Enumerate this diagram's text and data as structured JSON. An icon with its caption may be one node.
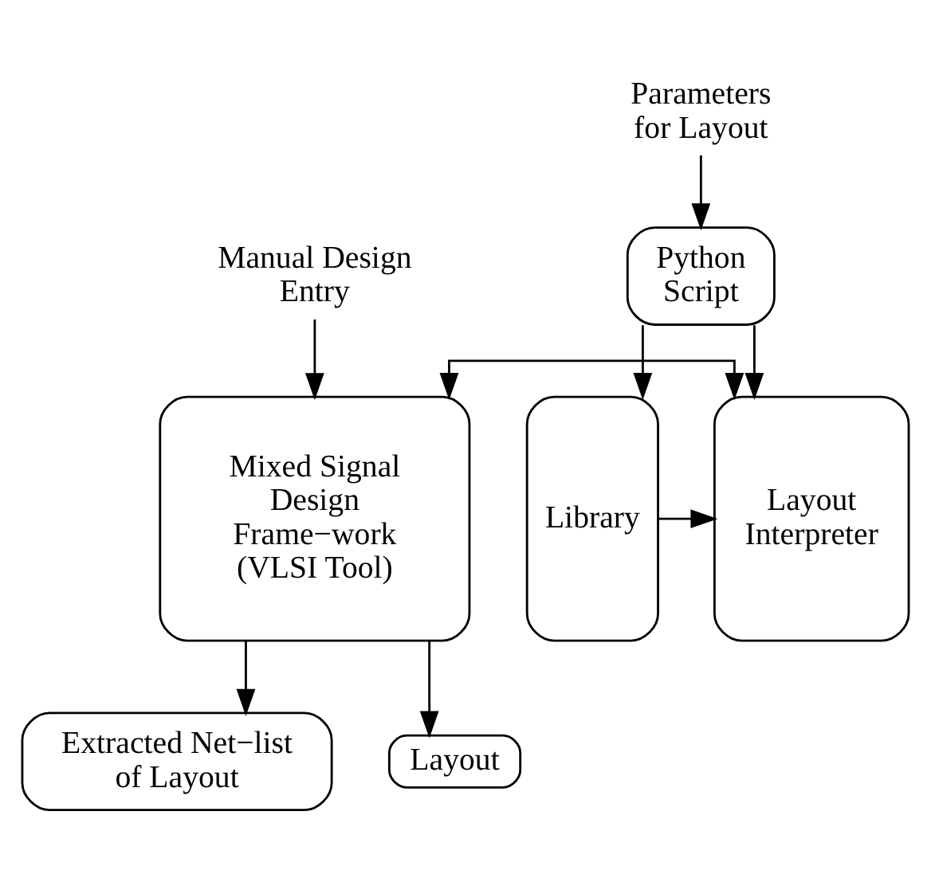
{
  "diagram": {
    "nodes": [
      {
        "text": [
          "Parameters for Layout"
        ]
      },
      {
        "text": [
          "Manual Design Entry"
        ]
      },
      {
        "text": [
          "Python Script"
        ]
      },
      {
        "text": [
          "Mixed Signal Design Frame−work (VLSI Tool)"
        ]
      },
      {
        "text": [
          "Layout Interpreter"
        ]
      },
      {
        "text": [
          "Library"
        ]
      },
      {
        "text": [
          "Extracted Net−list of Layout"
        ]
      },
      {
        "text": [
          "Layout"
        ]
      }
    ],
    "edges": [
      {
        "from": 0,
        "to": 2,
        "arrow": "to"
      },
      {
        "from": 1,
        "to": 3,
        "arrow": "to"
      },
      {
        "from": 2,
        "to": 4,
        "arrow": "to"
      },
      {
        "from": 2,
        "to": 5,
        "arrow": "to"
      },
      {
        "from": 3,
        "to": 4,
        "arrow": "both"
      },
      {
        "from": 5,
        "to": 4,
        "arrow": "to"
      },
      {
        "from": 3,
        "to": 6,
        "arrow": "to"
      },
      {
        "from": 3,
        "to": 7,
        "arrow": "to"
      }
    ]
  }
}
